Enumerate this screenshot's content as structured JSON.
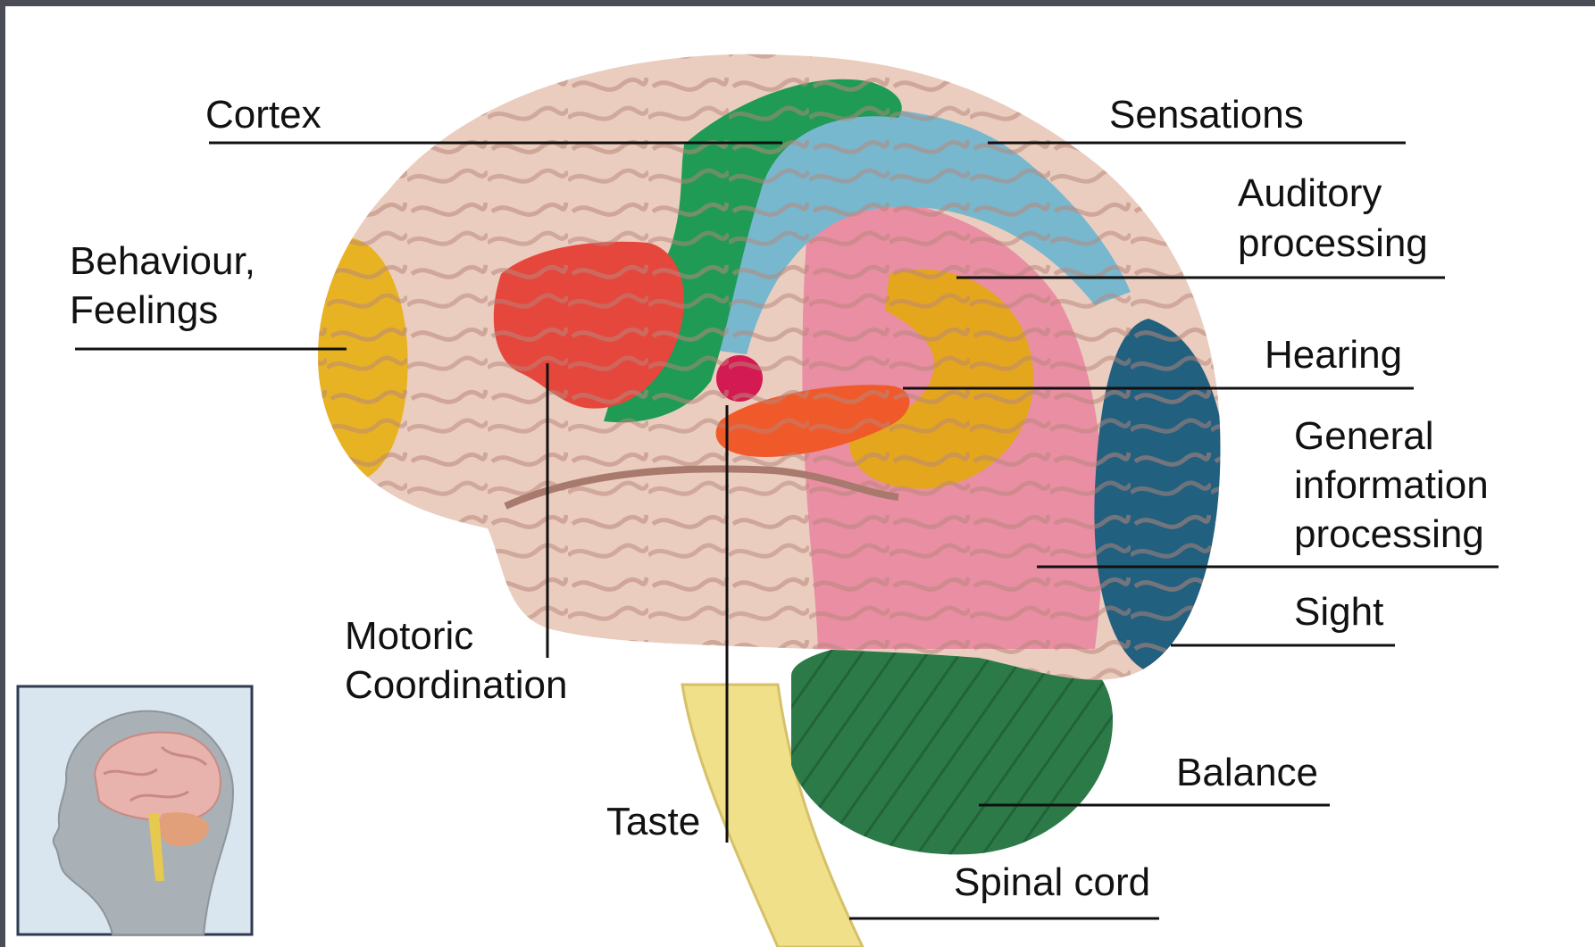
{
  "labels": {
    "cortex": "Cortex",
    "sensations": "Sensations",
    "auditory": [
      "Auditory",
      "processing"
    ],
    "behaviour": [
      "Behaviour,",
      "Feelings"
    ],
    "hearing": "Hearing",
    "general": [
      "General",
      "information",
      "processing"
    ],
    "sight": "Sight",
    "motoric": [
      "Motoric",
      "Coordination"
    ],
    "balance": "Balance",
    "taste": "Taste",
    "spinal": "Spinal cord"
  },
  "colors": {
    "page_border": "#4a4d55",
    "brain_base": "#eacdbf",
    "frontal_pole": "#e8b323",
    "motor_red": "#e5473d",
    "motor_strip": "#1f9b55",
    "sensory_strip": "#77b8cf",
    "parietal_pink": "#e98ea3",
    "auditory_orange": "#e4a61c",
    "hearing_orange": "#f0592a",
    "taste_magenta": "#d41a52",
    "occipital_blue": "#22607f",
    "cerebellum_green": "#2c7a48",
    "spinal_yellow": "#f1e08a",
    "inset_bg": "#d9e6ef"
  }
}
